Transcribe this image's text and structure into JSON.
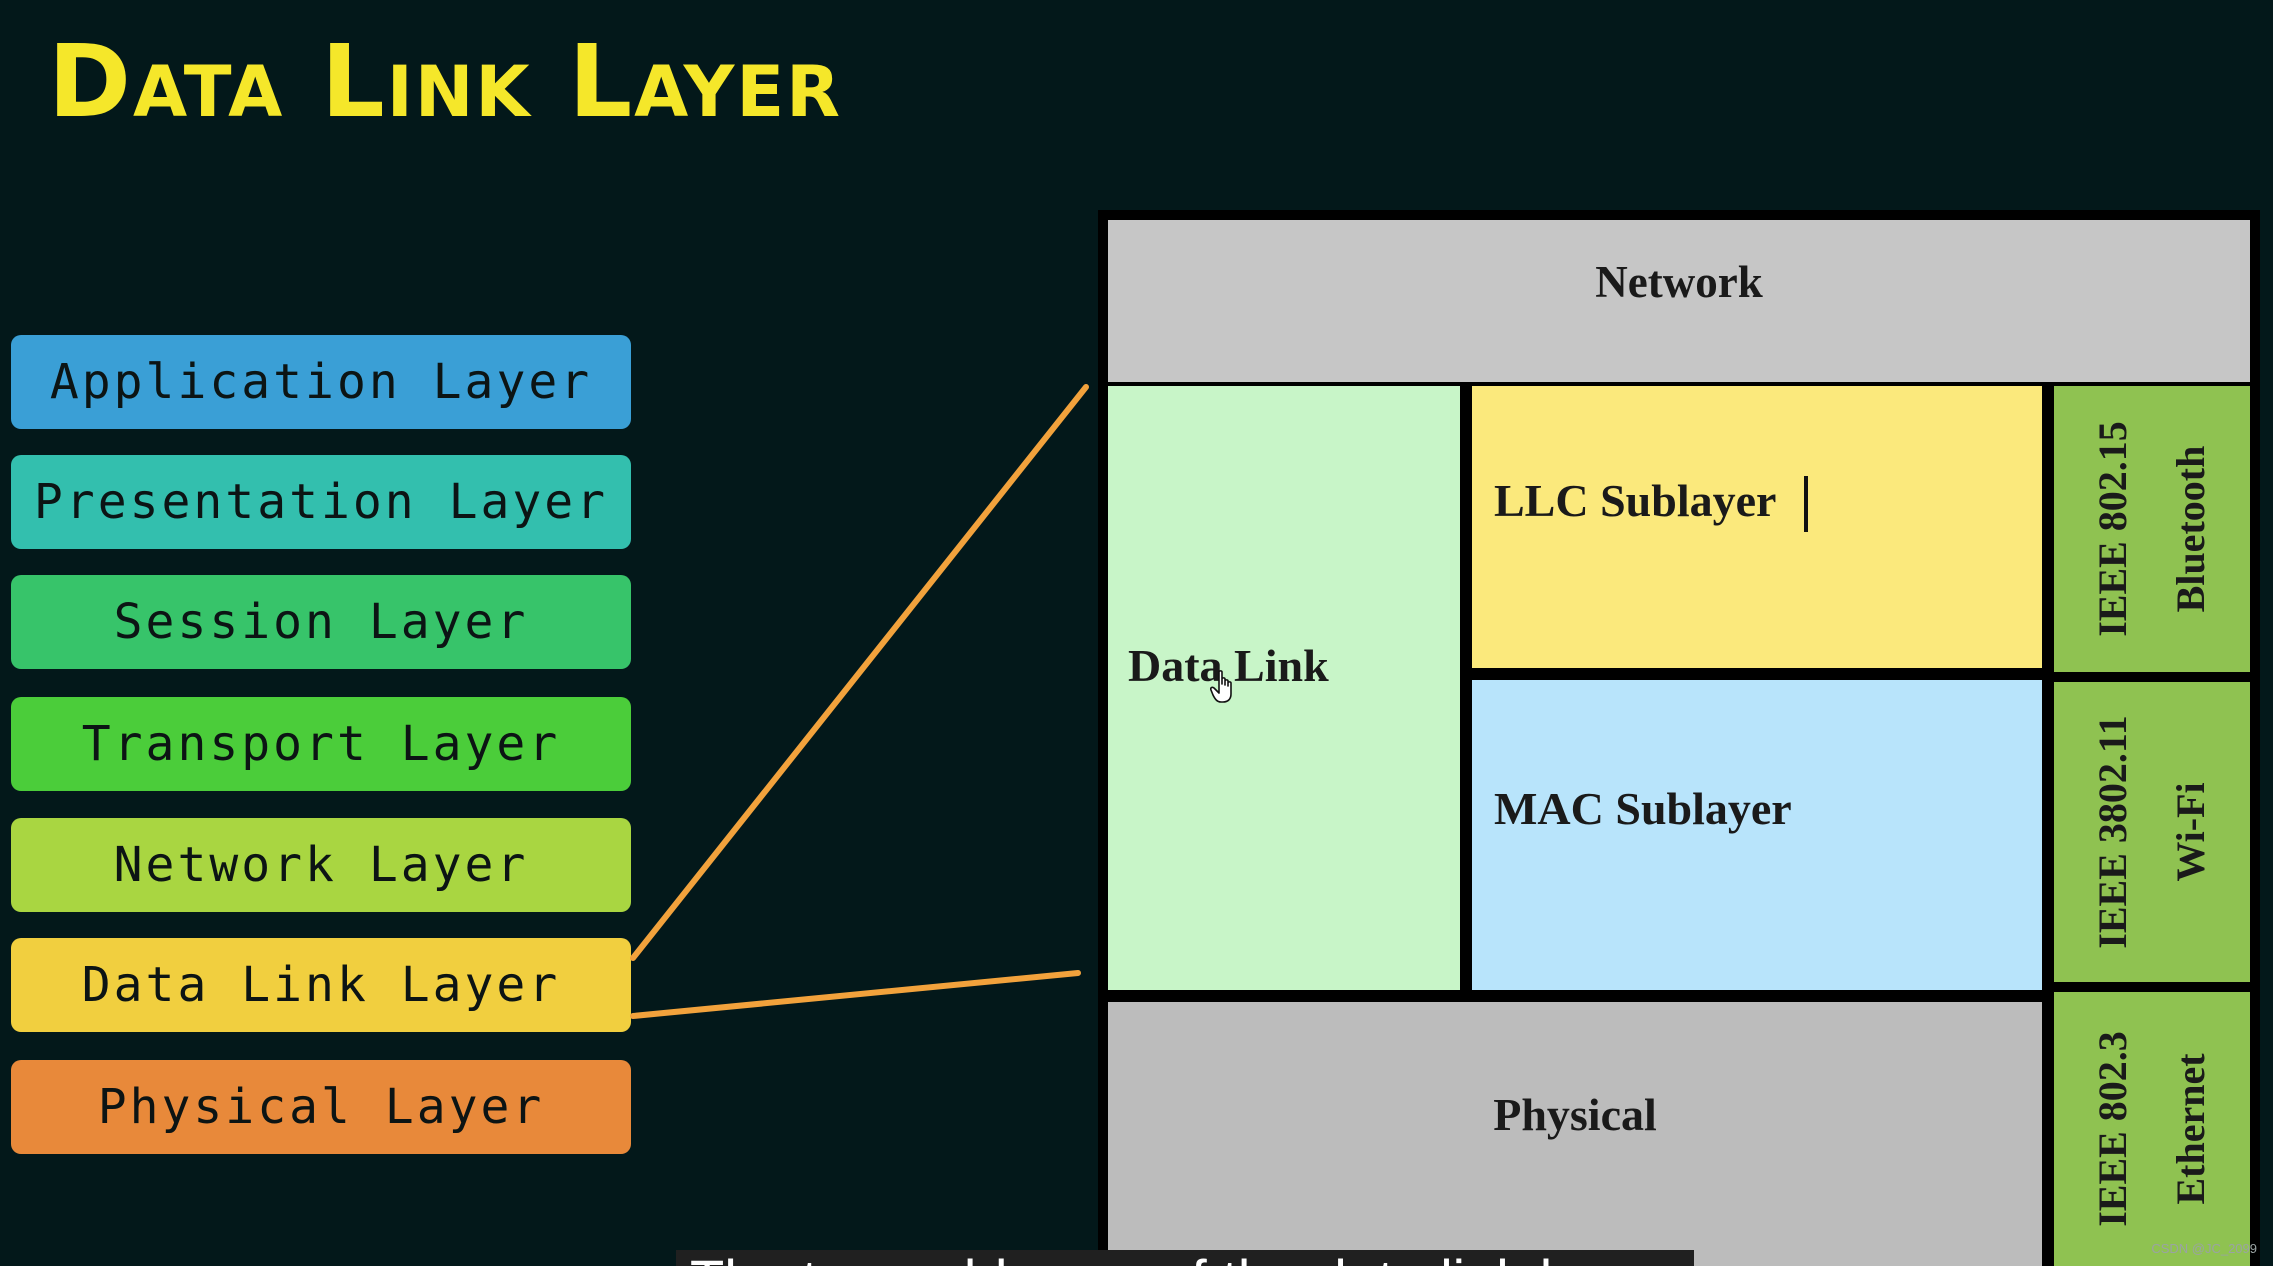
{
  "title": "Data Link Layer",
  "osi_layers": [
    {
      "label": "Application Layer",
      "color": "#3a9fd6"
    },
    {
      "label": "Presentation Layer",
      "color": "#33bfae"
    },
    {
      "label": "Session Layer",
      "color": "#37c46a"
    },
    {
      "label": "Transport Layer",
      "color": "#4bcd3a"
    },
    {
      "label": "Network Layer",
      "color": "#a9d641"
    },
    {
      "label": "Data Link Layer",
      "color": "#f1cf3f"
    },
    {
      "label": "Physical Layer",
      "color": "#e8893a"
    }
  ],
  "connector_color": "#f2a23c",
  "diagram": {
    "network": {
      "label": "Network",
      "color": "#c6c6c6"
    },
    "data_link": {
      "label": "Data Link",
      "color": "#c8f5c8"
    },
    "llc": {
      "label": "LLC Sublayer",
      "color": "#fbe97c"
    },
    "mac": {
      "label": "MAC Sublayer",
      "color": "#b8e4fb"
    },
    "physical": {
      "label": "Physical",
      "color": "#bcbcbc"
    },
    "standards": [
      {
        "line1": "IEEE 802.15",
        "line2": "Bluetooth"
      },
      {
        "line1": "IEEE 3802.11",
        "line2": "Wi-Fi"
      },
      {
        "line1": "IEEE 802.3",
        "line2": "Ethernet"
      }
    ],
    "standards_color": "#8fc251"
  },
  "caption": "The two sublayers of the data link layer",
  "watermark": "CSDN @JC_2099"
}
